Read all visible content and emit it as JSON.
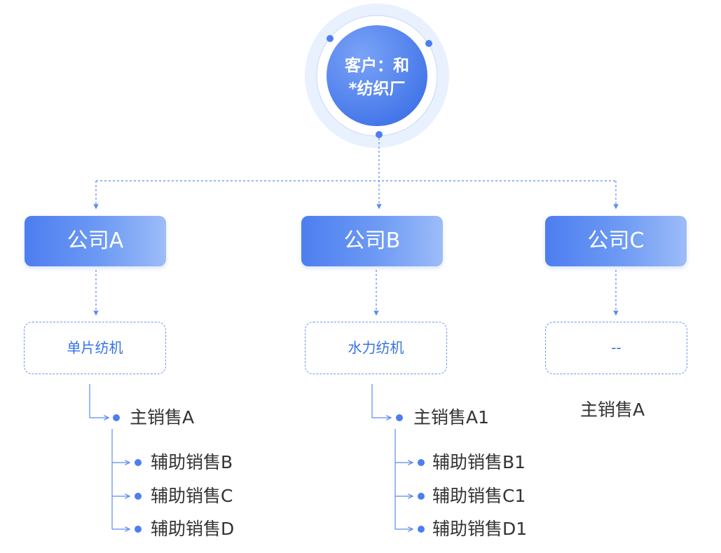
{
  "customer": {
    "line1": "客户：和",
    "line2": "*纺织厂"
  },
  "companies": [
    {
      "name": "公司A",
      "product": "单片纺机",
      "main_sales": "主销售A",
      "assistants": [
        "辅助销售B",
        "辅助销售C",
        "辅助销售D"
      ]
    },
    {
      "name": "公司B",
      "product": "水力纺机",
      "main_sales": "主销售A1",
      "assistants": [
        "辅助销售B1",
        "辅助销售C1",
        "辅助销售D1"
      ]
    },
    {
      "name": "公司C",
      "product": "--",
      "main_sales": "主销售A",
      "assistants": []
    }
  ],
  "colors": {
    "primary": "#4d7ef0",
    "light": "#e9f1fe",
    "connector": "#5b8bf0",
    "text": "#333333"
  }
}
